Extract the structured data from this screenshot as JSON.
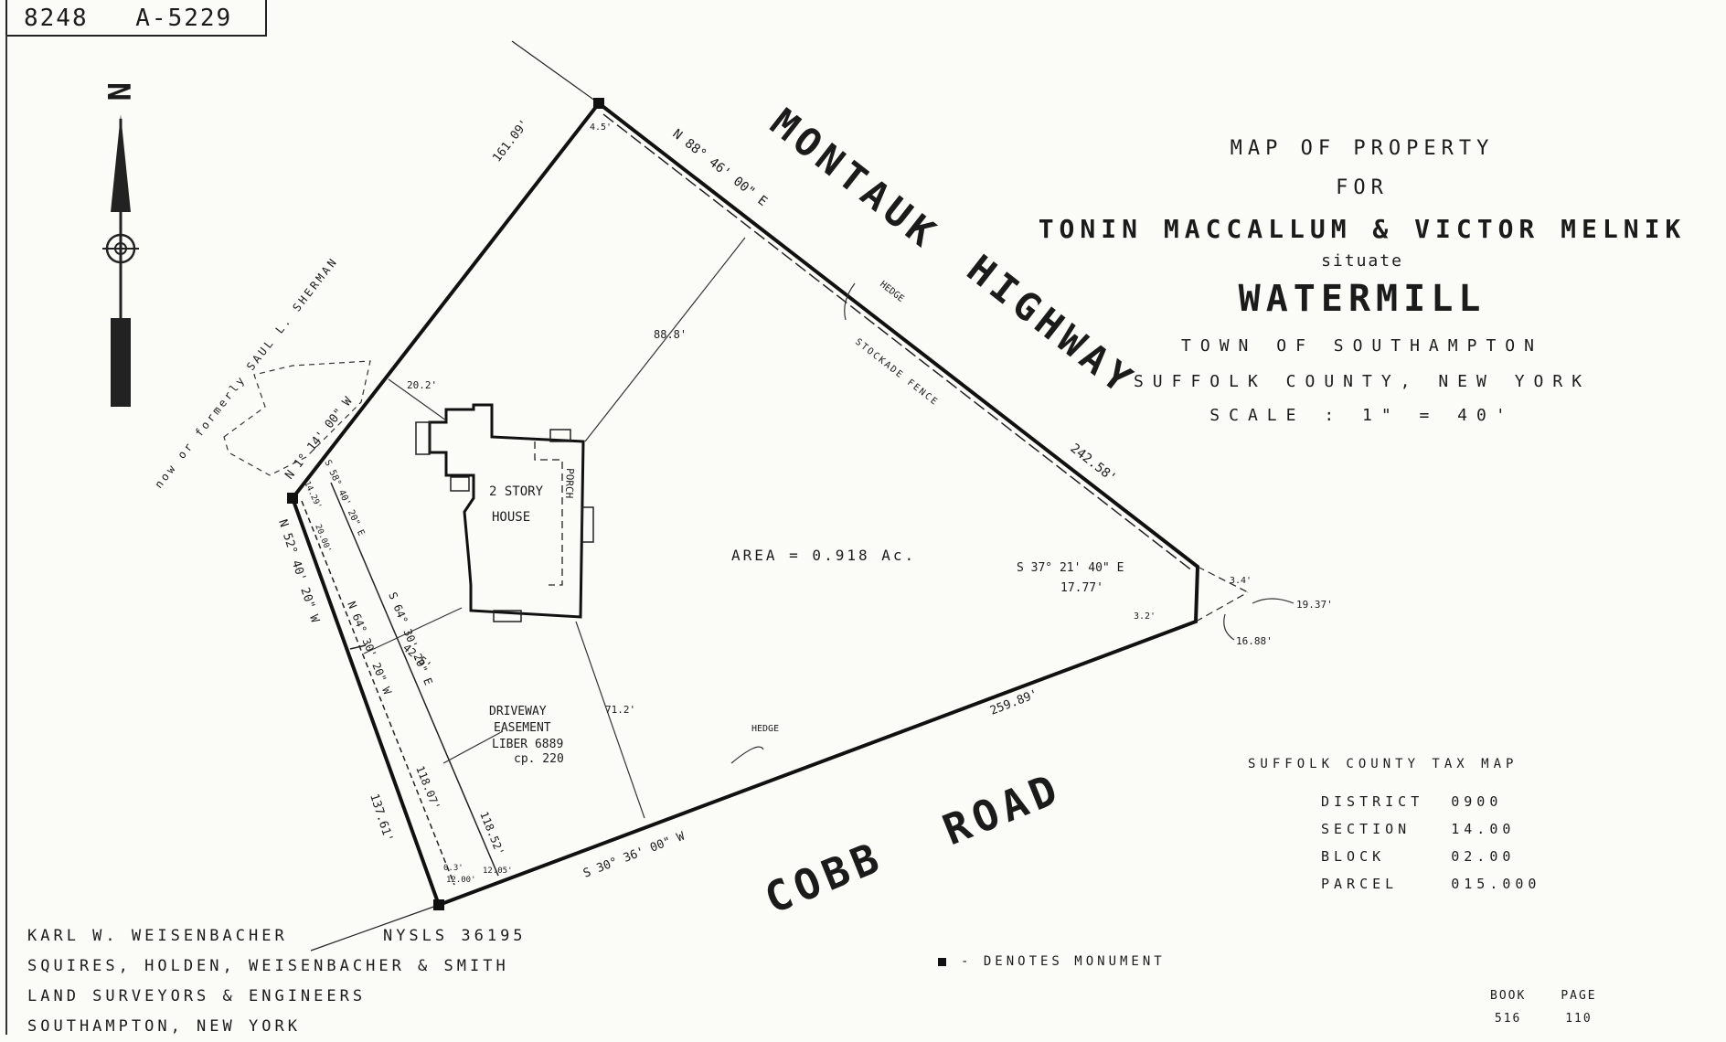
{
  "stamp": {
    "number1": "8248",
    "number2": "A-5229"
  },
  "title": {
    "line1": "MAP OF PROPERTY",
    "line2": "FOR",
    "line3": "TONIN MACCALLUM & VICTOR MELNIK",
    "line4": "situate",
    "line5": "WATERMILL",
    "line6": "TOWN OF SOUTHAMPTON",
    "line7": "SUFFOLK COUNTY, NEW YORK",
    "line8": "SCALE : 1\" = 40'"
  },
  "roads": {
    "montauk": "MONTAUK",
    "highway": "HIGHWAY",
    "cobb": "COBB",
    "road": "ROAD"
  },
  "labels": {
    "owner": "now or formerly SAUL L. SHERMAN",
    "house1": "2 STORY",
    "house2": "HOUSE",
    "porch": "PORCH",
    "area": "AREA = 0.918 Ac.",
    "driveway1": "DRIVEWAY",
    "driveway2": "EASEMENT",
    "driveway3": "LIBER 6889",
    "driveway4": "cp. 220",
    "hedge_top": "HEDGE",
    "hedge_bottom": "HEDGE",
    "stockade": "STOCKADE FENCE",
    "north": "N"
  },
  "bearings": {
    "north_line": "N 88° 46' 00\" E",
    "north_dist": "242.58'",
    "west_line": "N 1° 14' 00\" W",
    "west_dist": "161.09'",
    "sw_line": "N 52° 40' 20\" W",
    "sw_dist": "137.61'",
    "south_line": "S 30° 36' 00\" W",
    "south_dist": "259.89'",
    "east_line": "S 37° 21' 40\" E",
    "east_dist": "17.77'",
    "ease1": "S 64° 30' 20\" E",
    "ease1_dist": "118.52'",
    "ease2": "N 64° 30' 20\" W",
    "ease2_dist": "118.07'",
    "diag": "S 58° 40' 20\" E",
    "diag_dist": "14.29'"
  },
  "dims": {
    "d20_2": "20.2'",
    "d88_8": "88.8'",
    "d42_5": "42.5'",
    "d71_2": "71.2'",
    "d4_5": "4.5'",
    "d3_4": "3.4'",
    "d3_2": "3.2'",
    "d19_37": "19.37'",
    "d16_88": "16.88'",
    "d12_00": "12.00'",
    "d12_05": "12.05'",
    "d0_3": "0.3'",
    "d20_00": "20.00'"
  },
  "surveyor": {
    "line1": "KARL W. WEISENBACHER",
    "nysls": "NYSLS 36195",
    "line2": "SQUIRES, HOLDEN, WEISENBACHER & SMITH",
    "line3": "LAND SURVEYORS & ENGINEERS",
    "line4": "SOUTHAMPTON, NEW YORK"
  },
  "taxmap": {
    "heading": "SUFFOLK COUNTY TAX MAP",
    "rows": [
      {
        "label": "DISTRICT",
        "value": "0900"
      },
      {
        "label": "SECTION",
        "value": "14.00"
      },
      {
        "label": "BLOCK",
        "value": "02.00"
      },
      {
        "label": "PARCEL",
        "value": "015.000"
      }
    ]
  },
  "legend": {
    "text": "- DENOTES MONUMENT"
  },
  "book": {
    "book_label": "BOOK",
    "book_value": "516",
    "page_label": "PAGE",
    "page_value": "110"
  }
}
